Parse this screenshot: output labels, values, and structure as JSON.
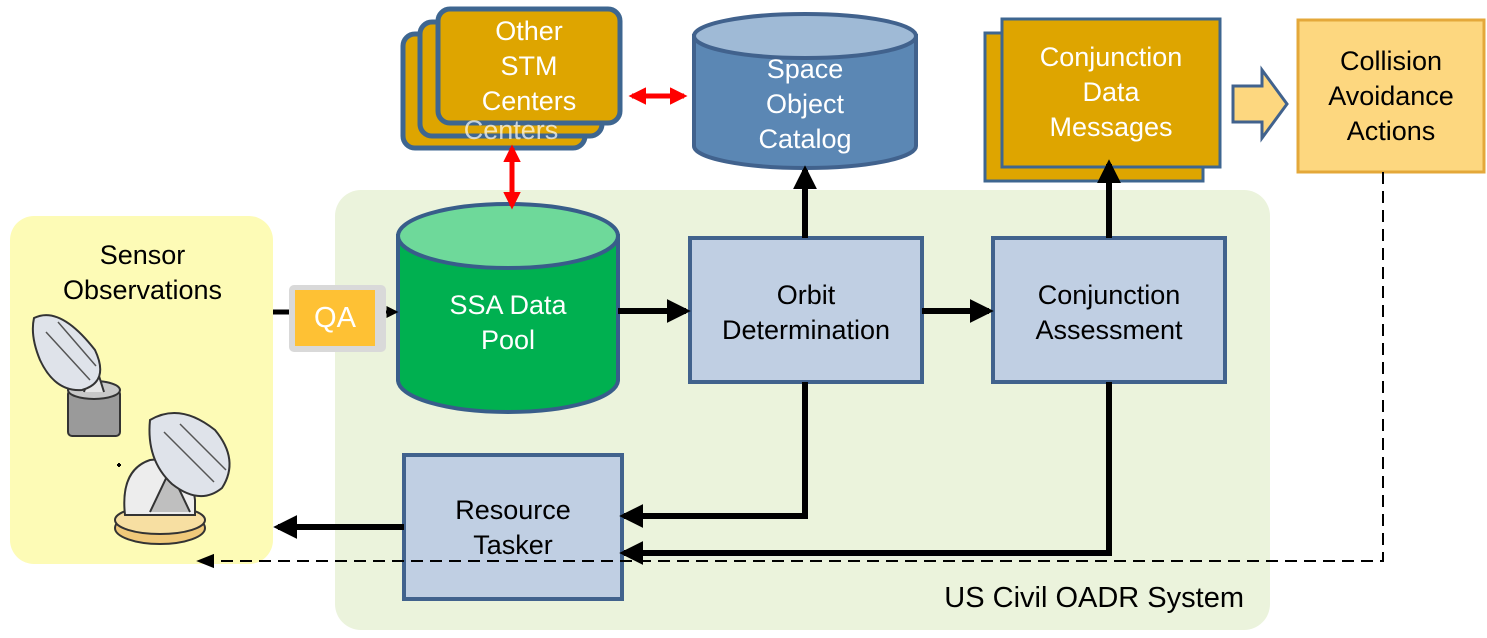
{
  "diagram": {
    "system_label": "US Civil OADR System",
    "sensor_observations": "Sensor\nObservations",
    "qa": "QA",
    "ssa_data_pool": "SSA Data\nPool",
    "orbit_determination": "Orbit\nDetermination",
    "conjunction_assessment": "Conjunction\nAssessment",
    "resource_tasker": "Resource\nTasker",
    "other_stm_centers": "Other\nSTM\nCenters",
    "other_stm_centers_back": "Centers",
    "space_object_catalog": "Space\nObject\nCatalog",
    "conjunction_data_messages": "Conjunction\nData\nMessages",
    "collision_avoidance_actions": "Collision\nAvoidance\nActions"
  },
  "colors": {
    "system_bg": "#ebf3dc",
    "sensor_bg": "#fdfbb6",
    "process_fill": "#c0cfe3",
    "process_stroke": "#41628d",
    "pool_green": "#00b050",
    "pool_top": "#6ed99a",
    "catalog_blue": "#5b87b4",
    "catalog_top": "#9fbad6",
    "gold": "#dea500",
    "gold_stroke": "#3e6690",
    "action_fill": "#fdd77f",
    "action_stroke": "#e4a83a",
    "qa_fill": "#fec134",
    "red_arrow": "#ff0000"
  }
}
